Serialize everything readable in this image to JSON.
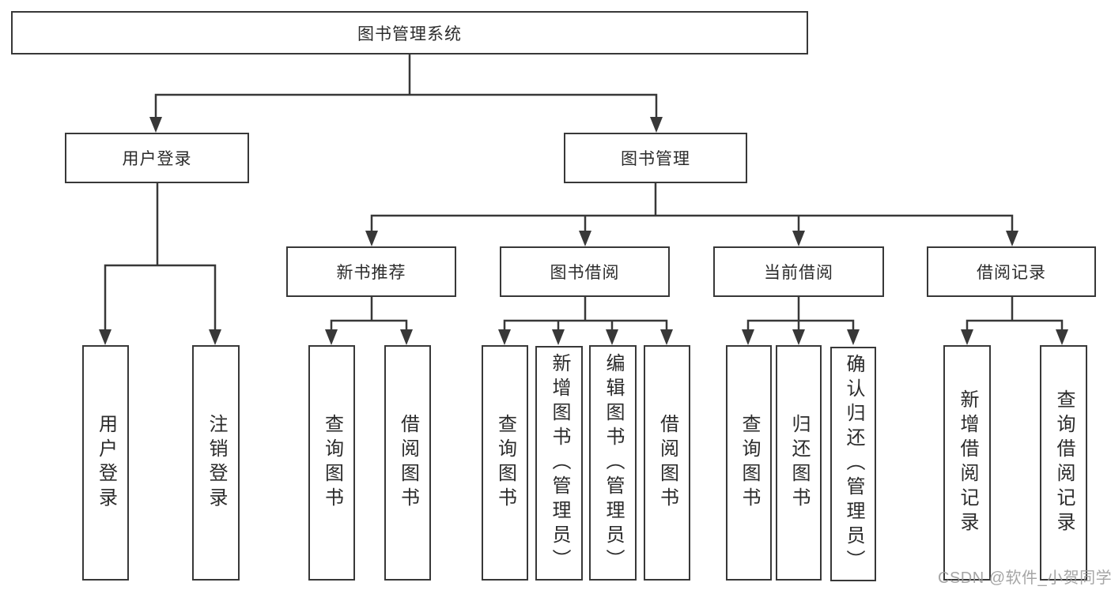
{
  "diagram_title": "图书管理系统",
  "colors": {
    "line": "#383838",
    "box_border": "#383838",
    "text": "#2b2b2b",
    "watermark": "#9b9b9b",
    "background": "#ffffff"
  },
  "tree": {
    "label": "图书管理系统",
    "children": [
      {
        "label": "用户登录",
        "children": [
          {
            "label": "用户登录"
          },
          {
            "label": "注销登录"
          }
        ]
      },
      {
        "label": "图书管理",
        "children": [
          {
            "label": "新书推荐",
            "children": [
              {
                "label": "查询图书"
              },
              {
                "label": "借阅图书"
              }
            ]
          },
          {
            "label": "图书借阅",
            "children": [
              {
                "label": "查询图书"
              },
              {
                "label": "新增图书（管理员）"
              },
              {
                "label": "编辑图书（管理员）"
              },
              {
                "label": "借阅图书"
              }
            ]
          },
          {
            "label": "当前借阅",
            "children": [
              {
                "label": "查询图书"
              },
              {
                "label": "归还图书"
              },
              {
                "label": "确认归还（管理员）"
              }
            ]
          },
          {
            "label": "借阅记录",
            "children": [
              {
                "label": "新增借阅记录"
              },
              {
                "label": "查询借阅记录"
              }
            ]
          }
        ]
      }
    ]
  },
  "watermark": "CSDN @软件_小贺同学"
}
